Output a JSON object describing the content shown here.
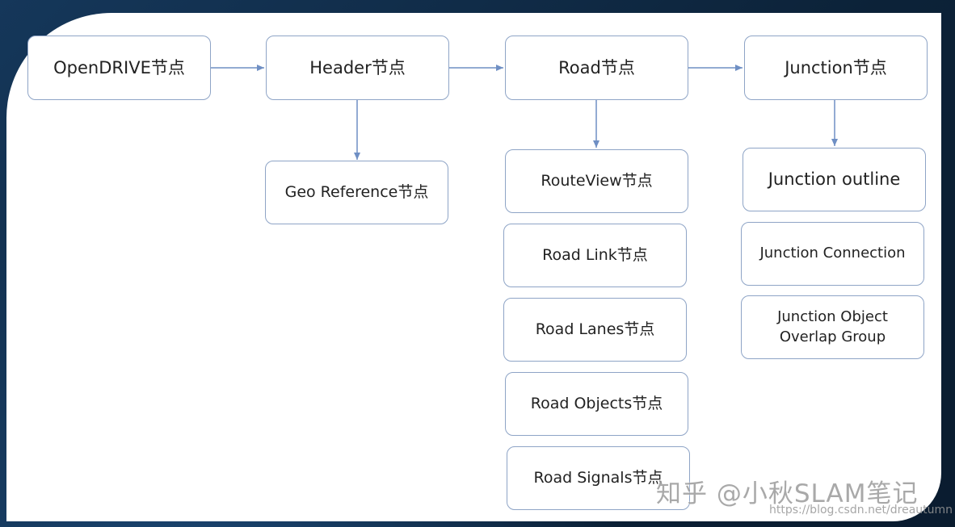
{
  "nodes": {
    "opendrive": "OpenDRIVE节点",
    "header": "Header节点",
    "road": "Road节点",
    "junction": "Junction节点",
    "geo_reference": "Geo Reference节点",
    "route_view": "RouteView节点",
    "road_link": "Road Link节点",
    "road_lanes": "Road Lanes节点",
    "road_objects": "Road Objects节点",
    "road_signals": "Road Signals节点",
    "junction_outline": "Junction outline",
    "junction_connection": "Junction Connection",
    "junction_object_overlap_group": "Junction Object\nOverlap Group"
  },
  "watermark": {
    "text": "知乎 @小秋SLAM笔记",
    "url": "https://blog.csdn.net/dreautumn"
  },
  "colors": {
    "node_border": "#8ea4c6",
    "arrow": "#6f8fc4",
    "background": "#0f2a44"
  }
}
